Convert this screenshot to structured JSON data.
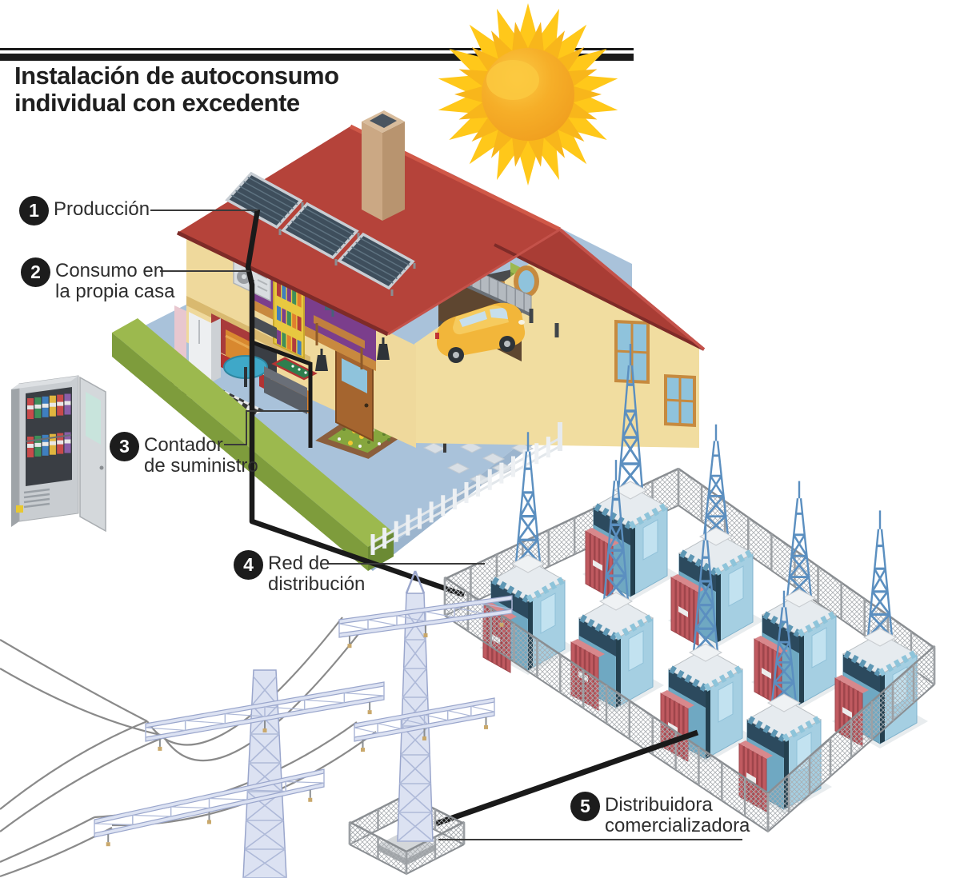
{
  "header": {
    "title_line1": "Instalación de autoconsumo",
    "title_line2": "individual con excedente",
    "rule_color": "#1a1a1a"
  },
  "labels": [
    {
      "number": "1",
      "line1": "Producción",
      "line2": ""
    },
    {
      "number": "2",
      "line1": "Consumo en",
      "line2": "la propia casa"
    },
    {
      "number": "3",
      "line1": "Contador",
      "line2": "de suministro"
    },
    {
      "number": "4",
      "line1": "Red de",
      "line2": "distribución"
    },
    {
      "number": "5",
      "line1": "Distribuidora",
      "line2": "comercializadora"
    }
  ],
  "scene": {
    "icons": [
      "sun-icon",
      "solar-house-icon",
      "solar-panel-icon",
      "ac-unit-icon",
      "meter-cabinet-icon",
      "car-icon",
      "hedge-icon",
      "mailbox-icon",
      "transformer-icon",
      "substation-fence-icon",
      "transmission-pylon-icon",
      "power-line-icon",
      "power-cable-icon"
    ],
    "colors": {
      "sun_outer": "#FFC81A",
      "sun_inner": "#F5A623",
      "roof_red": "#B5433A",
      "wall_cream": "#F1DDA0",
      "hedge_green": "#7E9C3C",
      "ground_blue": "#A9C2DA",
      "driveway_gray": "#4A4B4D",
      "transformer_blue": "#A5CFE2",
      "transformer_navy": "#2C4A5E",
      "radiator_red": "#C05A60",
      "pylon_lavender": "#DCE2F2",
      "cable_black": "#1A1A1A",
      "label_circle": "#1C1C1C",
      "label_text": "#2E2E2E"
    }
  }
}
